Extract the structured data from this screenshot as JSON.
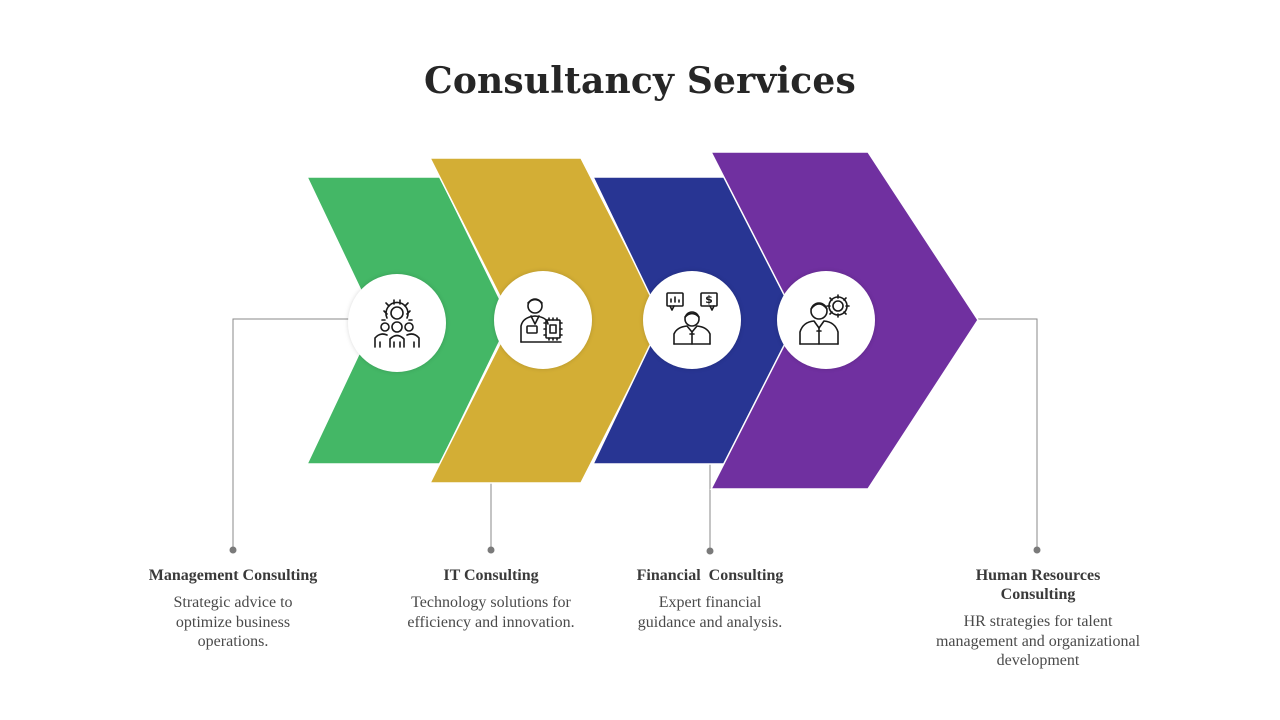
{
  "title": "Consultancy Services",
  "colors": {
    "green": "#44b766",
    "gold": "#d3ae35",
    "blue": "#283593",
    "purple": "#7030a0",
    "text_heading": "#262626"
  },
  "steps": [
    {
      "name": "Management Consulting",
      "description": "Strategic advice to optimize business operations.",
      "icon": "team-gear-icon",
      "color": "#44b766"
    },
    {
      "name": "IT Consulting",
      "description": "Technology solutions for efficiency and innovation.",
      "icon": "it-consultant-chip-icon",
      "color": "#d3ae35"
    },
    {
      "name": "Financial  Consulting",
      "description": "Expert financial guidance and analysis.",
      "icon": "financial-advisor-icon",
      "color": "#283593"
    },
    {
      "name": "Human Resources Consulting",
      "description": "HR strategies for talent management and organizational development",
      "icon": "hr-person-gear-icon",
      "color": "#7030a0"
    }
  ]
}
